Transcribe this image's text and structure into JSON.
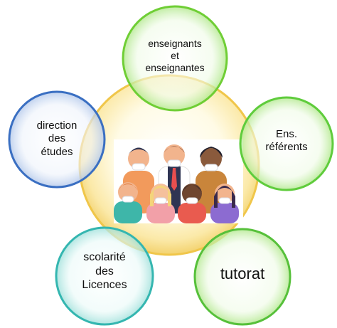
{
  "center": {
    "icon": "group-of-people-with-face-masks-illustration",
    "ring_color": "#f0c64a"
  },
  "satellites": [
    {
      "id": "top",
      "lines": [
        "enseignants",
        "et",
        "enseignantes"
      ],
      "ring_color": "#6fce35"
    },
    {
      "id": "right",
      "lines": [
        "Ens.",
        "référents"
      ],
      "ring_color": "#5fcc3c"
    },
    {
      "id": "left",
      "lines": [
        "direction",
        "des",
        "études"
      ],
      "ring_color": "#3a6fc2"
    },
    {
      "id": "bottom-left",
      "lines": [
        "scolarité",
        "des",
        "Licences"
      ],
      "ring_color": "#34b6b0"
    },
    {
      "id": "bottom-right",
      "lines": [
        "tutorat"
      ],
      "ring_color": "#56c03a"
    }
  ]
}
